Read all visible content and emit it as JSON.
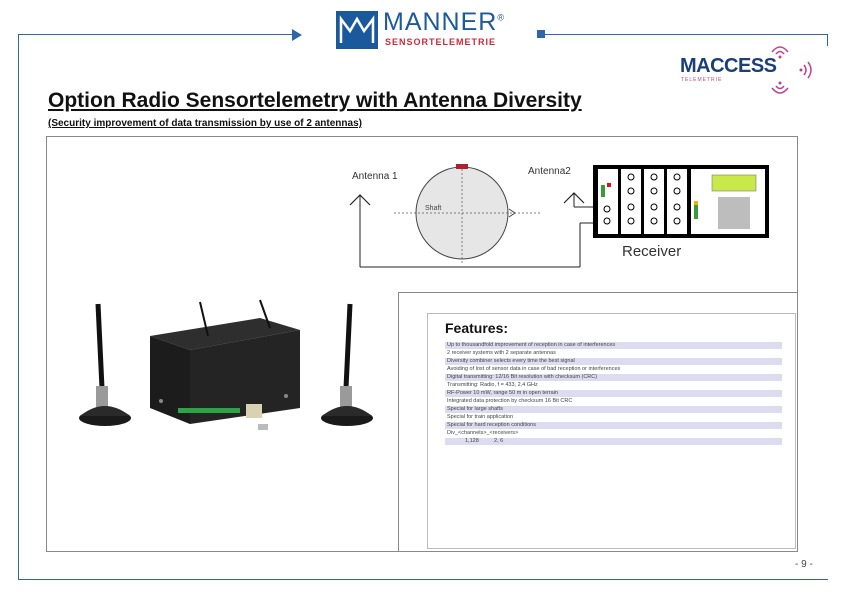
{
  "header": {
    "brand": "MANNER",
    "brand_mark": "®",
    "brand_sub": "SENSORTELEMETRIE",
    "macc_logo": "MACCESS",
    "macc_sub": "TELEMETRIE"
  },
  "title": "Option Radio Sensortelemetry with Antenna Diversity",
  "subtitle": "(Security improvement of data transmission by use of 2 antennas)",
  "diagram": {
    "antenna1": "Antenna 1",
    "antenna2": "Antenna2",
    "shaft": "Shaft",
    "receiver": "Receiver"
  },
  "features": {
    "heading": "Features:",
    "items": [
      "Up to thousandfold improvement of reception in case of interferences",
      "2 receiver systems with 2 separate antennas",
      "Diversity combiner selects every time the best signal",
      "Avoiding of lost of sensor data in case of bad reception or interferences",
      "Digital transmitting: 12/16 Bit resolution with checksum (CRC)",
      "Transmitting: Radio, f = 433, 2,4 GHz",
      "RF-Power 10 mW,  range 50 m in open terrain",
      "Integrated data protection by checksum 16 Bit CRC",
      "Special for large shafts",
      "Special for train application",
      "Special for hard reception conditions",
      "Div_<channels>_<receivers>",
      "1,128          2, 6"
    ]
  },
  "page_number": "- 9 -",
  "colors": {
    "frame": "#2d67a8",
    "brand": "#1d5a99",
    "accent": "#d0283a",
    "row_shade": "#dcdcf0"
  }
}
